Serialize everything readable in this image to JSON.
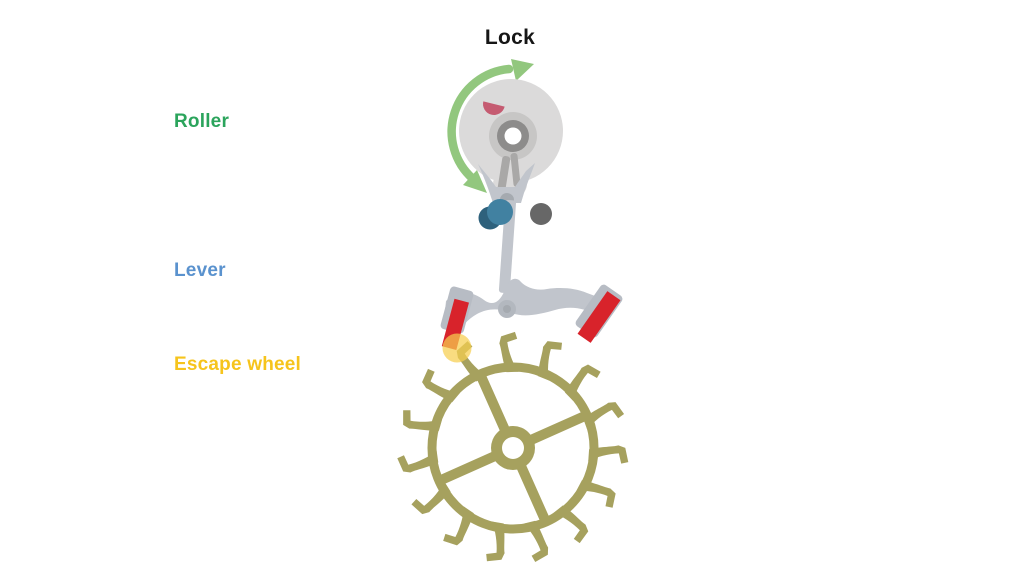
{
  "title": "Lock",
  "labels": {
    "roller": {
      "text": "Roller",
      "color": "#2ba45c"
    },
    "lever": {
      "text": "Lever",
      "color": "#5a92ce"
    },
    "escape_wheel": {
      "text": "Escape wheel",
      "color": "#f6c41c"
    }
  },
  "icons": {
    "rotation_arrow": "curved-double-headed-arc-arrow",
    "lock_highlight": "translucent-yellow-dot"
  },
  "colors": {
    "title_text": "#161616",
    "arrow_green": "#92c77e",
    "roller_disc": "#dbdada",
    "roller_hub": "#c7c6c5",
    "roller_ring": "#8d8c8b",
    "roller_hole": "#ffffff",
    "roller_legs": "#a9a8a7",
    "impulse_jewel_pink": "#c55b71",
    "lever_body": "#c1c5cc",
    "lever_pad": "#b7bcc4",
    "lever_pivot": "#a5aab0",
    "lever_boss": "#b3b8bf",
    "pallet_jewel_red": "#d8232b",
    "guard_pin_blue": "#4181a1",
    "guard_pin_blue_dark": "#2e617c",
    "pivot_dot_gray": "#676767",
    "escape_wheel_olive": "#a6a15e",
    "lock_highlight_yellow": "#f6ce4f"
  }
}
